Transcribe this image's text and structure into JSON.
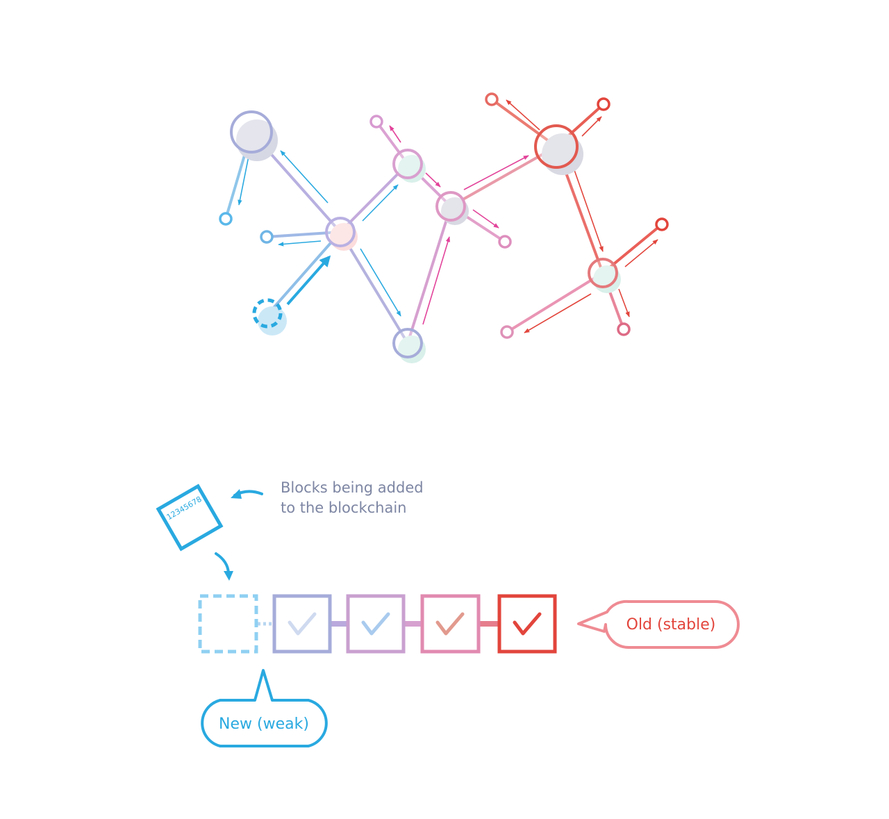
{
  "block_label": "12345678",
  "caption": {
    "line1": "Blocks being added",
    "line2": "to the blockchain"
  },
  "callouts": {
    "new": "New (weak)",
    "old": "Old (stable)"
  },
  "colors": {
    "blue": "#29a9e0",
    "light_blue": "#8fd0f2",
    "lavender": "#a6acd9",
    "mauve": "#c9a0d0",
    "pink": "#e18ab0",
    "red": "#e2453c",
    "gray_text": "#7d86a3"
  }
}
